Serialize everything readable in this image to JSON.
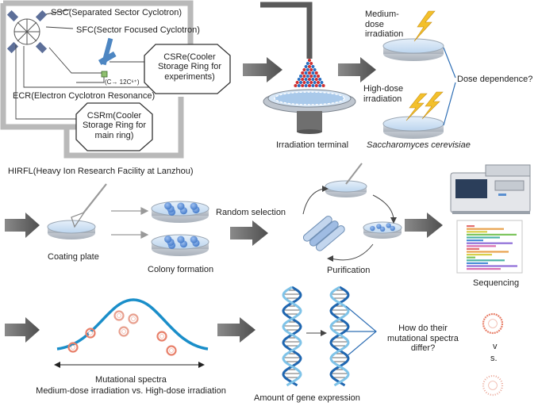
{
  "accelerator": {
    "ssc": "SSC(Separated Sector Cyclotron)",
    "sfc": "SFC(Sector Focused Cyclotron)",
    "csre": "CSRe(Cooler Storage Ring for experiments)",
    "ion": "(C→ 12C⁶⁺)",
    "ecr": "ECR(Electron Cyclotron Resonance)",
    "csrm": "CSRm(Cooler Storage Ring for main ring)",
    "facility": "HIRFL(Heavy Ion Research Facility at Lanzhou)"
  },
  "irradiation": {
    "terminal": "Irradiation terminal",
    "medium_dose": "Medium-dose irradiation",
    "high_dose": "High-dose irradiation",
    "organism": "Saccharomyces cerevisiae",
    "question": "Dose dependence?"
  },
  "screening": {
    "coating": "Coating plate",
    "colony": "Colony formation",
    "random": "Random selection",
    "purification": "Purification",
    "sequencing": "Sequencing"
  },
  "analysis": {
    "spectra_line1": "Mutational spectra",
    "spectra_line2": "Medium-dose irradiation vs. High-dose irradiation",
    "gene_expression": "Amount of gene expression",
    "question": "How do their mutational spectra differ?",
    "vs_v": "v",
    "vs_s": "s."
  },
  "colors": {
    "arrow": "#666666",
    "dish": "#cfe2f3",
    "colony": "#5b8fd4",
    "curve": "#1a8ec9",
    "dna_a": "#1f66b0",
    "dna_b": "#7fc3e8",
    "ring": "#e8806a",
    "ion_red": "#d03030",
    "ion_blue": "#2a6fc0",
    "lightning": "#f3c02b"
  }
}
